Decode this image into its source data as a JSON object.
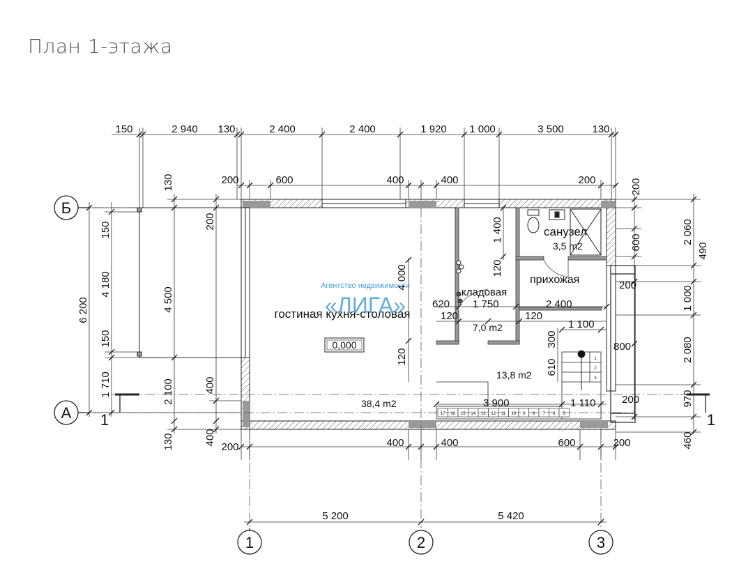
{
  "page": {
    "title": "План 1-этажа"
  },
  "watermark": {
    "line1": "Агентство недвижимости",
    "line2": "«ЛИГА»"
  },
  "axes": {
    "a": "А",
    "b": "Б",
    "n1": "1",
    "n2": "2",
    "n3": "3",
    "sec_left": "1",
    "sec_right": "1"
  },
  "rooms": {
    "living": "гостиная кухня-столовая",
    "living_area": "38,4 m2",
    "level": "0,000",
    "storage": "кладовая",
    "storage_area": "7,0 m2",
    "bath": "санузел",
    "bath_area": "3,5 m2",
    "hall": "прихожая",
    "hall_area": "13,8 m2"
  },
  "top_dims": [
    "150",
    "2 940",
    "130",
    "2 400",
    "2 400",
    "1 920",
    "1 000",
    "3 500",
    "130"
  ],
  "top_dims2": [
    "200",
    "600",
    "400",
    "400",
    "200"
  ],
  "bottom_dims": [
    "200",
    "400",
    "400",
    "600",
    "200"
  ],
  "bottom_axis_dims": [
    "5 200",
    "5 420"
  ],
  "left_outer": [
    "6 200"
  ],
  "left_mid": [
    "150",
    "4 180",
    "150",
    "1 710"
  ],
  "left_inner": [
    "130",
    "4 500",
    "2 100",
    "130"
  ],
  "left_wall": [
    "200",
    "400",
    "400"
  ],
  "right_outer": [
    "2 060",
    "490",
    "1 000",
    "2 080",
    "970",
    "460"
  ],
  "right_inner": [
    "200",
    "600",
    "200",
    "800",
    "200"
  ],
  "interior": {
    "d4000": "4 000",
    "d1400": "1 400",
    "d120a": "120",
    "d620": "620",
    "d1750": "1 750",
    "d2400": "2 400",
    "d120b": "120",
    "d120c": "120",
    "d120d": "120",
    "d1100": "1 100",
    "d300": "300",
    "d610": "610",
    "d3900": "3 900",
    "d1110": "1 110"
  },
  "stairs": {
    "steps_low": [
      "17",
      "16",
      "15",
      "14",
      "13",
      "12",
      "11",
      "10",
      "9",
      "8",
      "7",
      "6",
      "5"
    ],
    "steps_up": [
      "1",
      "2",
      "3"
    ]
  }
}
